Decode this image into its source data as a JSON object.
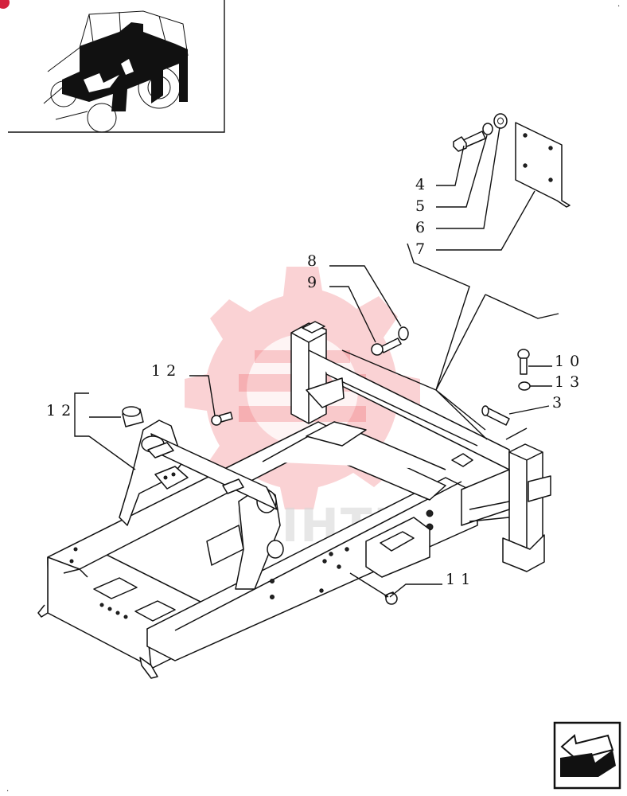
{
  "watermark": {
    "text": "MIHTEX",
    "color": "#e8343a"
  },
  "callouts": [
    {
      "id": "c4",
      "label": "4"
    },
    {
      "id": "c5",
      "label": "5"
    },
    {
      "id": "c6",
      "label": "6"
    },
    {
      "id": "c7",
      "label": "7"
    },
    {
      "id": "c8",
      "label": "8"
    },
    {
      "id": "c9",
      "label": "9"
    },
    {
      "id": "c10",
      "label": "10"
    },
    {
      "id": "c13",
      "label": "13"
    },
    {
      "id": "c3",
      "label": "3"
    },
    {
      "id": "c12a",
      "label": "12"
    },
    {
      "id": "c12b",
      "label": "12"
    },
    {
      "id": "c11",
      "label": "11"
    }
  ],
  "icons": {
    "thumbnail": "tractor-thumbnail-icon",
    "nav": "next-page-arrow-icon"
  }
}
